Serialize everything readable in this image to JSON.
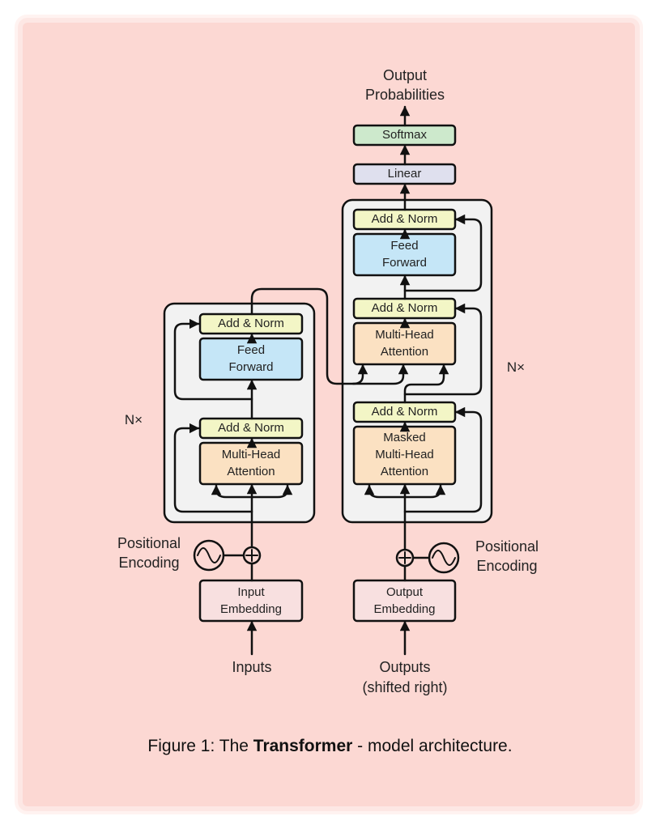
{
  "encoder": {
    "repeat_label": "N×",
    "add_norm_label": "Add & Norm",
    "feed_forward_line1": "Feed",
    "feed_forward_line2": "Forward",
    "mha_line1": "Multi-Head",
    "mha_line2": "Attention",
    "embedding_line1": "Input",
    "embedding_line2": "Embedding",
    "positional_line1": "Positional",
    "positional_line2": "Encoding",
    "input_label": "Inputs"
  },
  "decoder": {
    "repeat_label": "N×",
    "add_norm_label": "Add & Norm",
    "feed_forward_line1": "Feed",
    "feed_forward_line2": "Forward",
    "mha_line1": "Multi-Head",
    "mha_line2": "Attention",
    "masked_line1": "Masked",
    "masked_line2": "Multi-Head",
    "masked_line3": "Attention",
    "embedding_line1": "Output",
    "embedding_line2": "Embedding",
    "positional_line1": "Positional",
    "positional_line2": "Encoding",
    "input_line1": "Outputs",
    "input_line2": "(shifted right)"
  },
  "head": {
    "linear_label": "Linear",
    "softmax_label": "Softmax",
    "output_line1": "Output",
    "output_line2": "Probabilities"
  },
  "caption": {
    "prefix": "Figure 1: The ",
    "bold": "Transformer",
    "suffix": " - model architecture."
  },
  "colors": {
    "background": "#fcd8d3",
    "stack": "#f2f2f2",
    "add_norm": "#f3f6c6",
    "feed_forward": "#c5e6f7",
    "attention": "#fbe1c2",
    "embedding": "#f8e0e0",
    "linear": "#dfe0ee",
    "softmax": "#cde9cc",
    "stroke": "#111111"
  }
}
